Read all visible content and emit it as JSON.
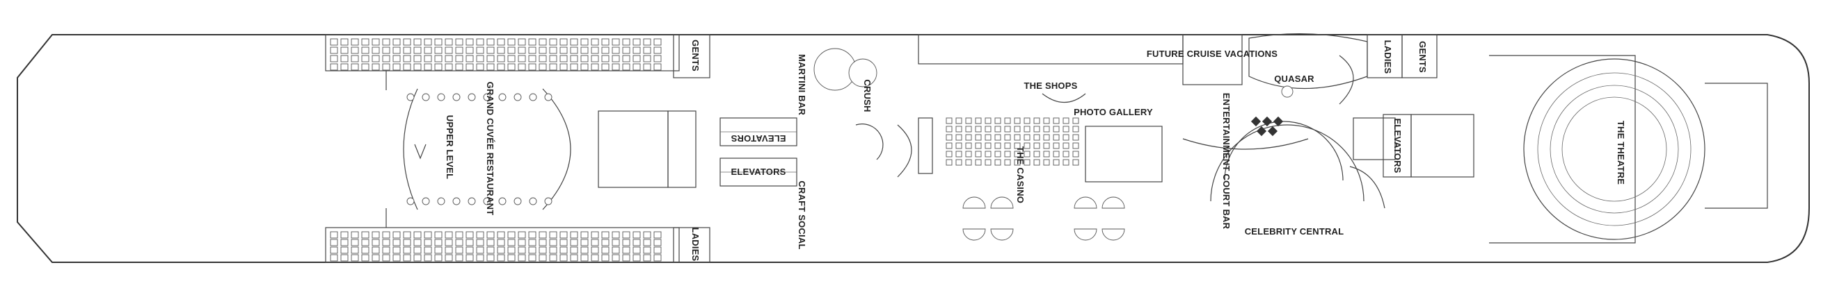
{
  "title": "",
  "labels": {
    "upper_level": "UPPER LEVEL",
    "grand_cuvee": "GRAND CUVÉE RESTAURANT",
    "gents_fwd": "GENTS",
    "ladies_fwd": "LADIES",
    "martini_bar": "MARTINI BAR",
    "crush": "CRUSH",
    "elevators_fwd_top": "ELEVATORS",
    "elevators_fwd_bottom": "ELEVATORS",
    "craft_social": "CRAFT SOCIAL",
    "the_shops": "THE SHOPS",
    "photo_gallery": "PHOTO GALLERY",
    "the_casino": "THE CASINO",
    "future_cruise": "FUTURE CRUISE VACATIONS",
    "quasar": "QUASAR",
    "entertainment_court_bar": "ENTERTAINMENT COURT BAR",
    "celebrity_central": "CELEBRITY CENTRAL",
    "elevators_aft": "ELEVATORS",
    "ladies_aft": "LADIES",
    "gents_aft": "GENTS",
    "the_theatre": "THE THEATRE"
  },
  "colors": {
    "line": "#333333",
    "fill": "#ffffff",
    "text": "#222222"
  }
}
